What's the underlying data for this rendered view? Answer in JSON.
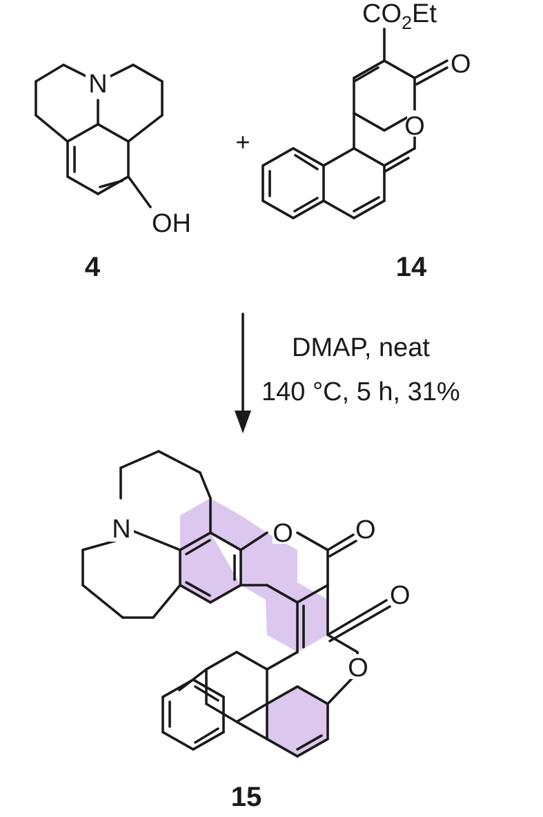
{
  "reactants": {
    "left": {
      "number": "4",
      "atoms": {
        "nitrogen": "N",
        "hydroxyl": "OH"
      }
    },
    "operator": "+",
    "right": {
      "number": "14",
      "atoms": {
        "ester_pre": "CO",
        "ester_sub": "2",
        "ester_post": "Et",
        "carbonyl_o": "O",
        "ring_o": "O"
      }
    }
  },
  "arrow": {
    "conditions_line1": "DMAP,  neat",
    "conditions_line2": "140 °C, 5 h, 31%"
  },
  "product": {
    "number": "15",
    "atoms": {
      "nitrogen": "N",
      "ring_o_top": "O",
      "carbonyl_o_top": "O",
      "carbonyl_o_mid": "O",
      "ring_o_bottom": "O"
    },
    "highlight_color": "#dcc7ee"
  }
}
